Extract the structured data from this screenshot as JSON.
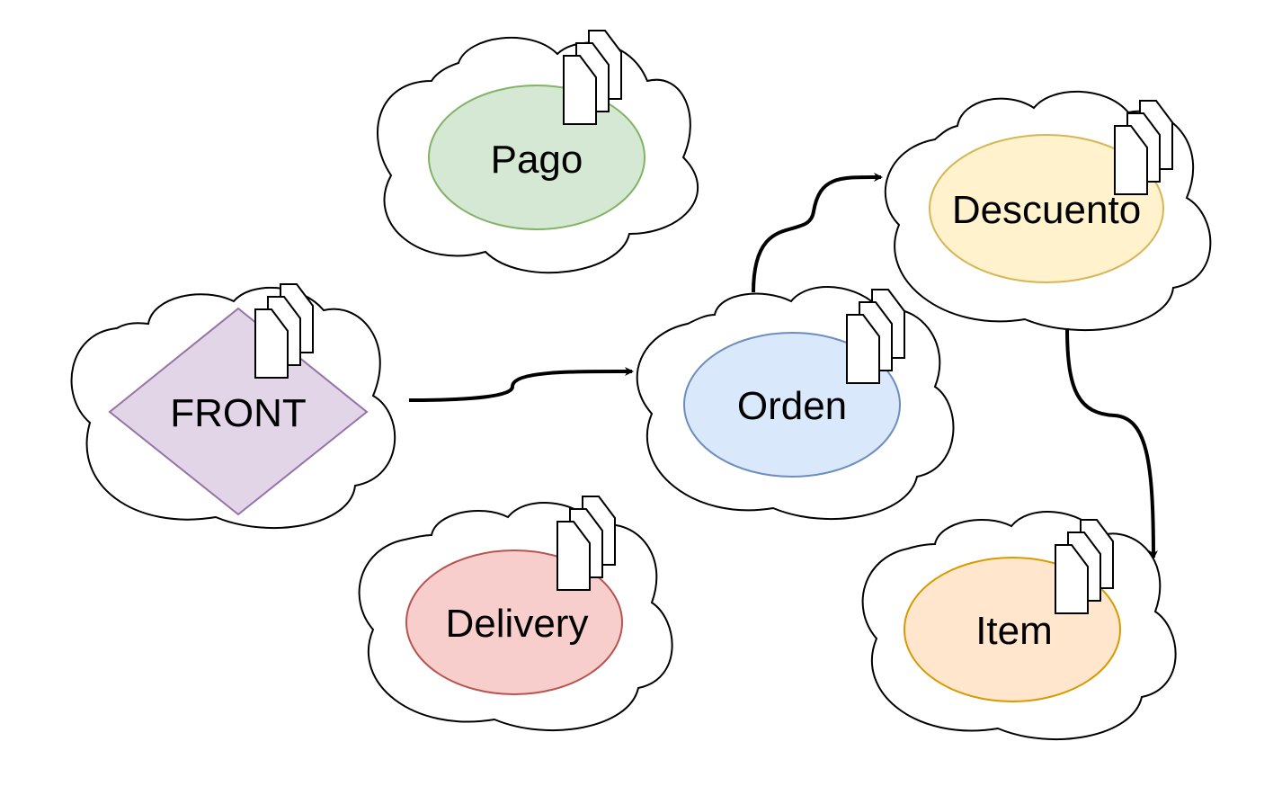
{
  "nodes": [
    {
      "id": "pago",
      "label": "Pago",
      "shape": "ellipse",
      "fill": "#d5e8d4",
      "stroke": "#82b366"
    },
    {
      "id": "front",
      "label": "FRONT",
      "shape": "rhombus",
      "fill": "#e1d5e7",
      "stroke": "#9673a6"
    },
    {
      "id": "orden",
      "label": "Orden",
      "shape": "ellipse",
      "fill": "#dae8fc",
      "stroke": "#6c8ebf"
    },
    {
      "id": "descuento",
      "label": "Descuento",
      "shape": "ellipse",
      "fill": "#fff2cc",
      "stroke": "#d6b656"
    },
    {
      "id": "delivery",
      "label": "Delivery",
      "shape": "ellipse",
      "fill": "#f8cecc",
      "stroke": "#b85450"
    },
    {
      "id": "item",
      "label": "Item",
      "shape": "ellipse",
      "fill": "#ffe6cc",
      "stroke": "#d79b00"
    }
  ],
  "edges": [
    {
      "from": "front",
      "to": "orden"
    },
    {
      "from": "orden",
      "to": "descuento"
    },
    {
      "from": "descuento",
      "to": "item"
    }
  ],
  "icons": {
    "container": "cloud-icon",
    "documents": "multiple-documents-icon"
  },
  "colors": {
    "line": "#000000",
    "background": "#ffffff"
  }
}
